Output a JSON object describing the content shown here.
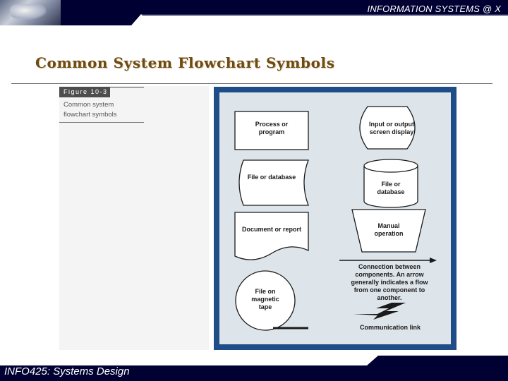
{
  "header": {
    "title": "INFORMATION SYSTEMS @ X"
  },
  "slide": {
    "title": "Common System Flowchart Symbols"
  },
  "figure_caption": {
    "label": "Figure 10-3",
    "text": "Common system flowchart symbols"
  },
  "symbols": {
    "process": "Process or program",
    "input_output": "Input or output screen display",
    "file_left": "File or database",
    "file_right": "File or database",
    "document": "Document or report",
    "manual": "Manual operation",
    "connection": "Connection between components. An arrow generally indicates a flow from one component to another.",
    "magnetic_tape": "File on magnetic tape",
    "communication": "Communication link"
  },
  "colors": {
    "banner": "#000033",
    "title": "#6f4a12",
    "figure_border": "#1e4d88",
    "figure_bg": "#dde4ea"
  },
  "footer": {
    "text": "INFO425: Systems Design"
  }
}
